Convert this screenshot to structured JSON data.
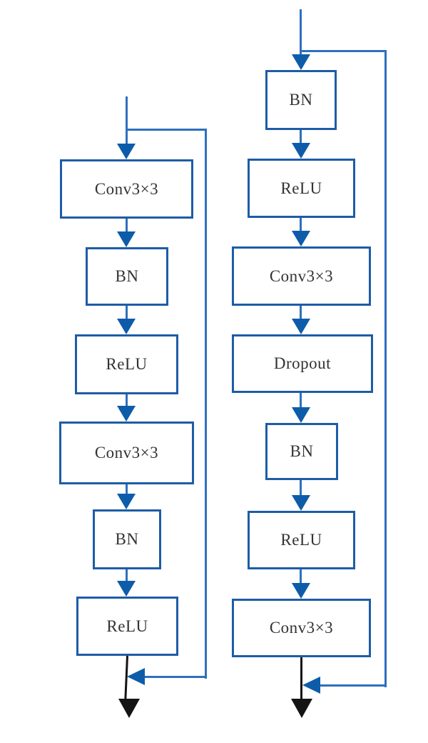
{
  "diagram": {
    "left_block": {
      "nodes": [
        {
          "label": "Conv3×3"
        },
        {
          "label": "BN"
        },
        {
          "label": "ReLU"
        },
        {
          "label": "Conv3×3"
        },
        {
          "label": "BN"
        },
        {
          "label": "ReLU"
        }
      ]
    },
    "right_block": {
      "nodes": [
        {
          "label": "BN"
        },
        {
          "label": "ReLU"
        },
        {
          "label": "Conv3×3"
        },
        {
          "label": "Dropout"
        },
        {
          "label": "BN"
        },
        {
          "label": "ReLU"
        },
        {
          "label": "Conv3×3"
        }
      ]
    },
    "colors": {
      "line": "#2e6fbe",
      "box_border": "#1e5ca6",
      "arrow_fill": "#0d5caa",
      "output_black": "#141414",
      "label_text": "#333333"
    }
  }
}
